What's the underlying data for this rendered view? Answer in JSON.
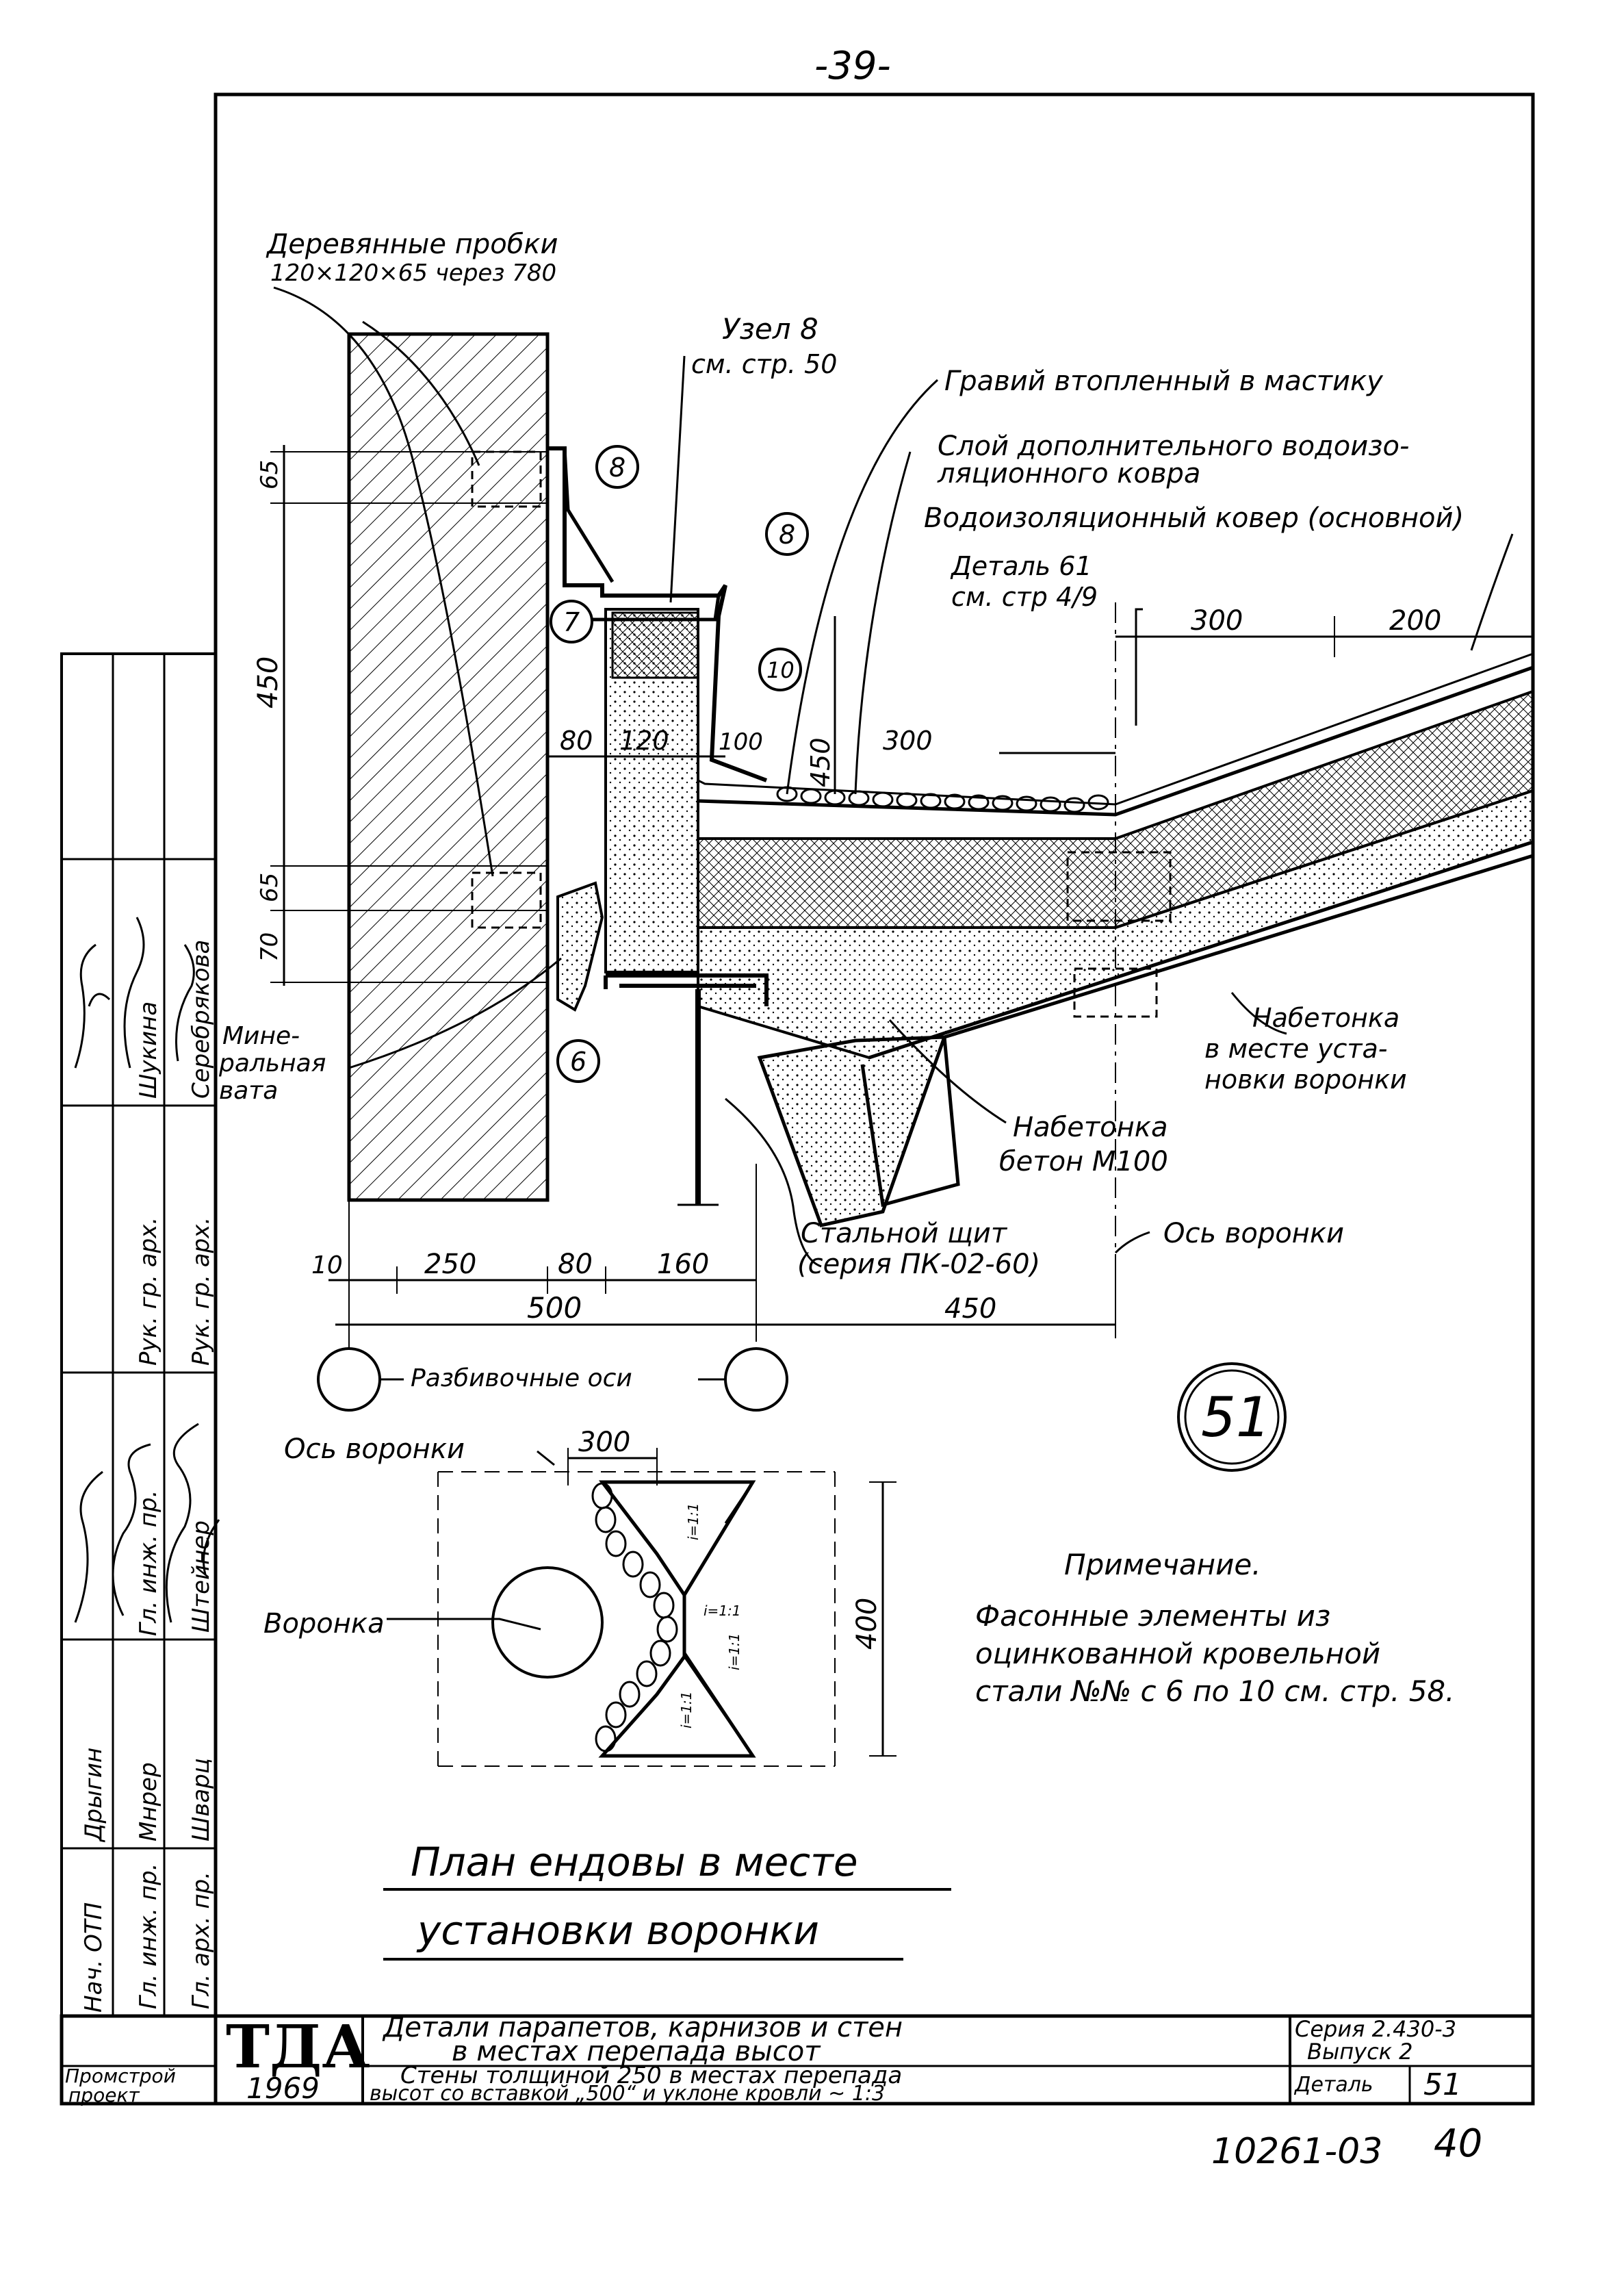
{
  "sheet": {
    "page_number": "-39-",
    "detail_circle": "51",
    "archive_number": "10261-03",
    "sheet_index": "40"
  },
  "labels": {
    "wood_plugs_1": "Деревянные пробки",
    "wood_plugs_2": "120×120×65 через 780",
    "node_b_1": "Узел 8",
    "node_b_2": "см. стр. 50",
    "gravel": "Гравий втопленный в мастику",
    "extra_layer_1": "Слой дополнительного водоизо-",
    "extra_layer_2": "ляционного ковра",
    "main_carpet": "Водоизоляционный ковер (основной)",
    "detail61_1": "Деталь 61",
    "detail61_2": "см. стр 4/9",
    "mineral_wool_1": "Мине-",
    "mineral_wool_2": "ральная",
    "mineral_wool_3": "вата",
    "concrete_top_1": "Набетонка",
    "concrete_top_2": "в месте уста-",
    "concrete_top_3": "новки воронки",
    "concrete_m100_1": "Набетонка",
    "concrete_m100_2": "бетон М100",
    "steel_shield_1": "Стальной щит",
    "steel_shield_2": "(серия ПК-02-60)",
    "funnel_axis": "Ось воронки",
    "layout_axes": "Разбивочные оси",
    "funnel_axis_plan": "Ось воронки",
    "funnel": "Воронка",
    "plan_title_1": "План ендовы в месте",
    "plan_title_2": "установки воронки",
    "note_title": "Примечание.",
    "note_1": "Фасонные элементы из",
    "note_2": "оцинкованной кровельной",
    "note_3": "стали №№ с 6 по 10 см. стр. 58."
  },
  "callouts": [
    "8",
    "8",
    "7",
    "10",
    "6"
  ],
  "dimensions": {
    "d65a": "65",
    "d450": "450",
    "d65b": "65",
    "d70": "70",
    "d80a": "80",
    "d120": "120",
    "d100": "100",
    "d450b": "450",
    "d300a": "300",
    "d300b": "300",
    "d200": "200",
    "b10": "10",
    "b250": "250",
    "b80": "80",
    "b160": "160",
    "b500": "500",
    "b450": "450",
    "p300": "300",
    "p400": "400",
    "slope1": "i=1:1",
    "slope2": "i=1:1",
    "slope3": "i=1:1",
    "slope4": "i=1:1"
  },
  "title_block": {
    "org": "ТДА",
    "year": "1969",
    "promstroy_1": "Промстрой",
    "promstroy_2": "проект",
    "main_title_1": "Детали парапетов, карнизов и стен",
    "main_title_2": "в местах перепада высот",
    "sub_title_1": "Стены толщиной 250 в местах перепада",
    "sub_title_2": "высот со вставкой „500“ и уклоне кровли ~ 1:3",
    "series_1": "Серия 2.430-3",
    "series_2": "Выпуск 2",
    "detail_label": "Деталь",
    "detail_value": "51"
  },
  "side_stamp": {
    "roles": [
      "Нач. ОТП",
      "Гл. инж. пр.",
      "Гл. арх. пр.",
      "Гл. инж. пр.",
      "Рук. гр. арх.",
      "Рук. гр. арх."
    ],
    "names": [
      "Дрыгин",
      "Мнрер",
      "Шварц",
      "Штейнер",
      "Шукина",
      "Серебрякова"
    ]
  }
}
